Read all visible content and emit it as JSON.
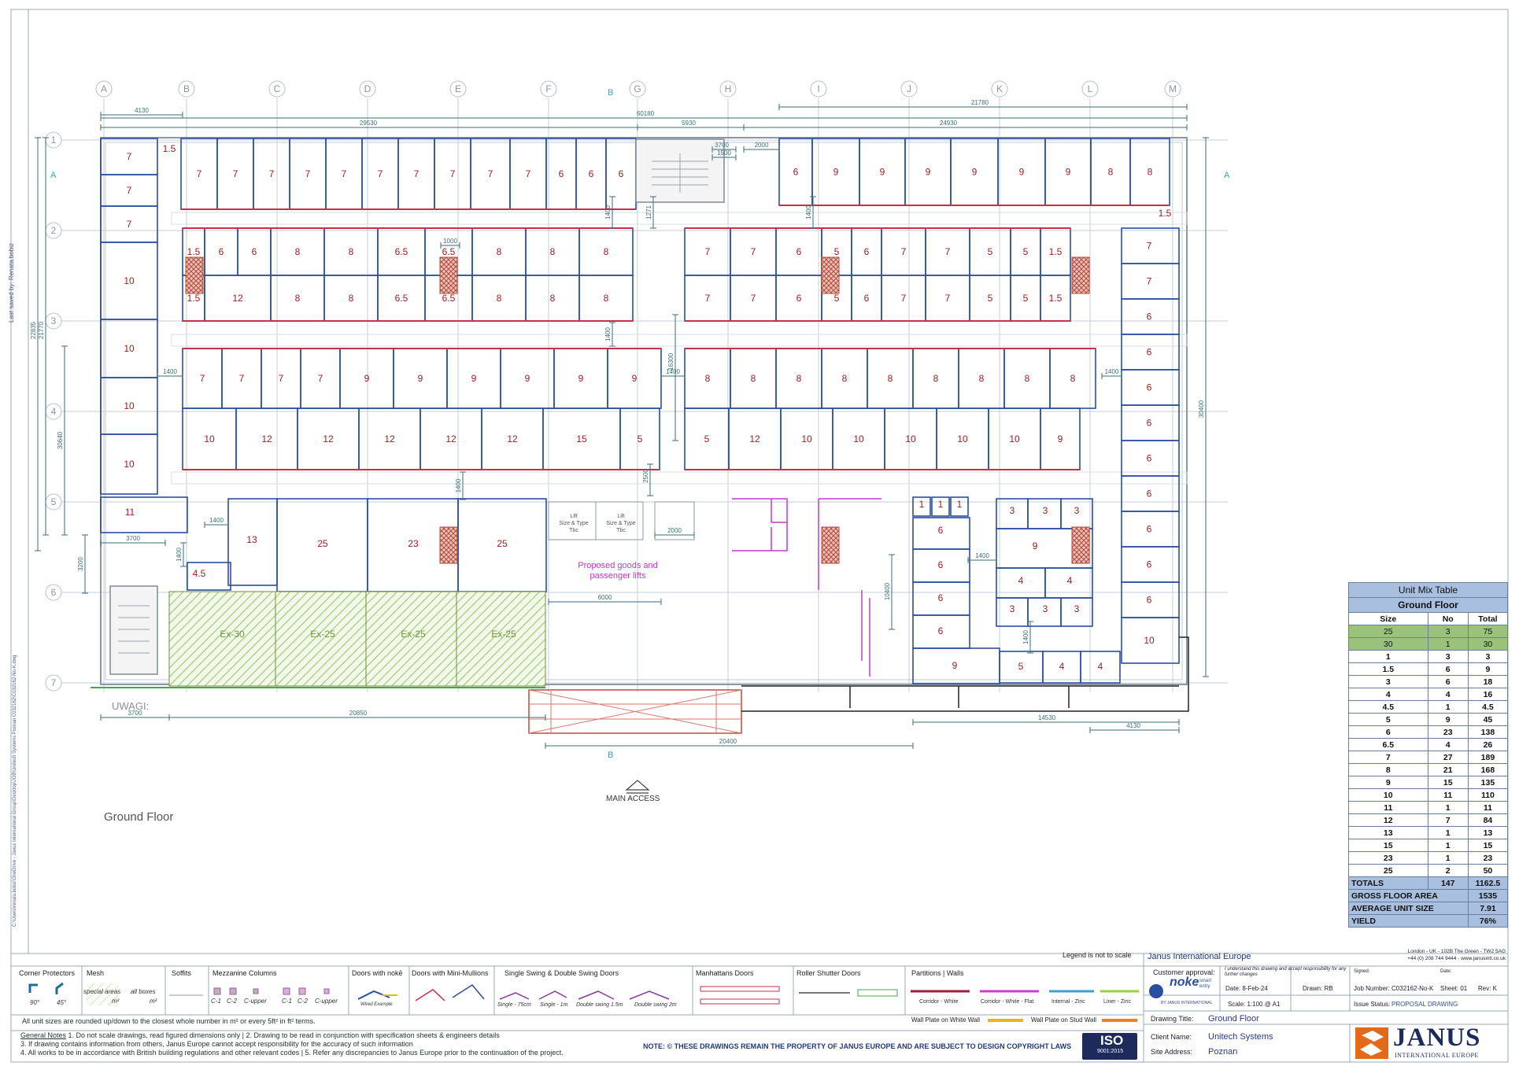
{
  "drawing_title_text": "Ground Floor",
  "grid_columns": [
    "A",
    "B",
    "C",
    "D",
    "E",
    "F",
    "G",
    "H",
    "I",
    "J",
    "K",
    "L",
    "M"
  ],
  "grid_rows": [
    "1",
    "2",
    "3",
    "4",
    "5",
    "6",
    "7"
  ],
  "section_marks": {
    "a_left": "A",
    "a_right": "A",
    "b_top": "B",
    "b_bottom": "B"
  },
  "labels": {
    "uwagi": "UWAGI:",
    "main_access": "MAIN ACCESS",
    "proposed_lifts_line1": "Proposed goods and",
    "proposed_lifts_line2": "passenger lifts",
    "lift1": [
      "Lift",
      "Size & Type",
      "Tbc"
    ],
    "lift2": [
      "Lift",
      "Size & Type",
      "Tbc"
    ],
    "last_saved_by": "Last saved by:",
    "last_saved_name": "Renata.bobiz",
    "file_path": "C:\\Users\\renata.bobiz\\OneDrive - Janus International Group\\Desktop\\JOB\\Unitech Systems Poznan C032162\\C032162-No-K.dwg",
    "legend_not_to_scale": "Legend is not to scale"
  },
  "dimensions": {
    "top_4130": "4130",
    "top_60180": "60180",
    "top_29530": "29530",
    "top_5930": "5930",
    "top_24930": "24930",
    "top_21780": "21780",
    "top_1500": "1500",
    "top_2000": "2000",
    "top_3700v": "3700",
    "left_22835": "22835",
    "left_21770": "21770",
    "left_30640": "30640",
    "left_3200": "3200",
    "right_30400": "30400",
    "c_1400a": "1400",
    "c_1400b": "1400",
    "c_1271": "1271",
    "c_16300": "16300",
    "c_1000": "1000",
    "c_1400c": "1400",
    "c_1400d": "1400",
    "c_1400e": "1400",
    "c_2500": "2500",
    "c_1400f": "1400",
    "c_1400g": "1400",
    "c_3700": "3700",
    "c_1400h": "1400",
    "c_1400i": "1400",
    "c_2000b": "2000",
    "c_6000": "6000",
    "c_10400": "10400",
    "c_1400j": "1400",
    "c_1400k": "1400",
    "bot_3700": "3700",
    "bot_20850": "20850",
    "bot_14530": "14530",
    "bot_4130": "4130",
    "bot_20400": "20400"
  },
  "units": {
    "row1_left": [
      "7",
      "7",
      "7",
      "7",
      "7",
      "7",
      "7",
      "7",
      "7",
      "7",
      "6",
      "6",
      "6"
    ],
    "row1_right": [
      "6",
      "9",
      "9",
      "9",
      "9",
      "9",
      "9",
      "8",
      "8"
    ],
    "corner_15a": "1.5",
    "corner_15b": "1.5",
    "left_col": [
      "7",
      "7",
      "7",
      "10",
      "10",
      "10",
      "10"
    ],
    "block1_top": [
      "1.5",
      "6",
      "6",
      "8",
      "8",
      "6.5",
      "6.5",
      "8",
      "8",
      "8"
    ],
    "block1_bot": [
      "1.5",
      "12",
      "8",
      "8",
      "6.5",
      "6.5",
      "8",
      "8",
      "8"
    ],
    "block2_top": [
      "7",
      "7",
      "6",
      "5",
      "6",
      "7",
      "7",
      "5",
      "5",
      "1.5"
    ],
    "block2_bot": [
      "7",
      "7",
      "6",
      "5",
      "6",
      "7",
      "7",
      "5",
      "5",
      "1.5"
    ],
    "row4_left": [
      "7",
      "7",
      "7",
      "7",
      "9",
      "9",
      "9",
      "9",
      "9",
      "9"
    ],
    "row4_right": [
      "8",
      "8",
      "8",
      "8",
      "8",
      "8",
      "8",
      "8",
      "8"
    ],
    "row45_left": [
      "10",
      "12",
      "12",
      "12",
      "12",
      "12",
      "15",
      "5"
    ],
    "row45_right": [
      "5",
      "12",
      "10",
      "10",
      "10",
      "10",
      "10",
      "9"
    ],
    "right_col": [
      "7",
      "7",
      "6",
      "6",
      "6",
      "6",
      "6",
      "6",
      "6",
      "6",
      "6",
      "10"
    ],
    "lower_left": [
      "11",
      "13",
      "25",
      "23",
      "25",
      "4.5"
    ],
    "ex_units": [
      "Ex-30",
      "Ex-25",
      "Ex-25",
      "Ex-25"
    ],
    "lower_right_a": [
      "1",
      "1",
      "1",
      "6",
      "6",
      "6",
      "6",
      "9"
    ],
    "lower_right_b": [
      "3",
      "3",
      "3",
      "9",
      "4",
      "4",
      "3",
      "3",
      "3",
      "5",
      "4",
      "4"
    ]
  },
  "unit_mix": {
    "caption": "Unit Mix Table",
    "subtitle": "Ground Floor",
    "headers": [
      "Size",
      "No",
      "Total"
    ],
    "rows_green": [
      [
        "25",
        "3",
        "75"
      ],
      [
        "30",
        "1",
        "30"
      ]
    ],
    "rows": [
      [
        "1",
        "3",
        "3"
      ],
      [
        "1.5",
        "6",
        "9"
      ],
      [
        "3",
        "6",
        "18"
      ],
      [
        "4",
        "4",
        "16"
      ],
      [
        "4.5",
        "1",
        "4.5"
      ],
      [
        "5",
        "9",
        "45"
      ],
      [
        "6",
        "23",
        "138"
      ],
      [
        "6.5",
        "4",
        "26"
      ],
      [
        "7",
        "27",
        "189"
      ],
      [
        "8",
        "21",
        "168"
      ],
      [
        "9",
        "15",
        "135"
      ],
      [
        "10",
        "11",
        "110"
      ],
      [
        "11",
        "1",
        "11"
      ],
      [
        "12",
        "7",
        "84"
      ],
      [
        "13",
        "1",
        "13"
      ],
      [
        "15",
        "1",
        "15"
      ],
      [
        "23",
        "1",
        "23"
      ],
      [
        "25",
        "2",
        "50"
      ]
    ],
    "totals": [
      "TOTALS",
      "147",
      "1162.5"
    ],
    "gross_floor_area": [
      "GROSS FLOOR AREA",
      "1535"
    ],
    "average_unit_size": [
      "AVERAGE UNIT SIZE",
      "7.91"
    ],
    "yield": [
      "YIELD",
      "76%"
    ]
  },
  "legend": {
    "corner_protectors": "Corner Protectors",
    "cp_90": "90°",
    "cp_45": "45°",
    "mesh": "Mesh",
    "mesh_special": "special areas",
    "mesh_m2a": "m²",
    "mesh_all": "all boxes",
    "mesh_m2b": "m²",
    "soffits": "Soffits",
    "mezz_columns": "Mezzanine Columns",
    "mz": [
      "C-1",
      "C-2",
      "C-upper",
      "C-1",
      "C-2",
      "C-upper"
    ],
    "doors_noke": "Doors with nokē",
    "wired_example": "Wired Example",
    "doors_mini": "Doors with Mini-Mullions",
    "single_double": "Single Swing & Double Swing Doors",
    "sd_items": [
      "Single - 75cm",
      "Single - 1m",
      "Double swing 1.5m",
      "Double swing 2m"
    ],
    "manhattans": "Manhattans Doors",
    "roller": "Roller Shutter Doors",
    "partitions": "Partitions | Walls",
    "part_items": [
      "Corridor - White",
      "Corridor - White - Flat",
      "Internal - Zinc",
      "Liner - Zinc"
    ],
    "wall_plate_white": "Wall Plate on White Wall",
    "wall_plate_stud": "Wall Plate on Stud Wall",
    "note_rounded": "All unit sizes are rounded up/down to the closest  whole number in m² or every 5ft² in ft² terms.",
    "general_notes_title": "General Notes",
    "general_notes_1": "1. Do not scale drawings, read figured dimensions only | 2. Drawing to be read in conjunction with specification sheets & engineers details",
    "general_notes_2": "3. If drawing contains information from others, Janus Europe cannot accept responsibility for the accuracy of such  information",
    "general_notes_3": "4. All works to be in accordance with British building regulations and other relevant codes | 5. Refer any discrepancies to Janus Europe  prior to the continuation of the project.",
    "copyright": "NOTE:  © THESE DRAWINGS REMAIN THE PROPERTY OF JANUS EUROPE AND ARE SUBJECT TO DESIGN COPYRIGHT LAWS",
    "iso": "ISO",
    "iso_num": "9001:2015"
  },
  "title_block": {
    "company": "Janus International Europe",
    "address1": "London  -  UK  -  102B The Green  -  TW2 5AG",
    "address2": "+44 (0) 208 744 9444  -  www.janusintl.co.uk",
    "customer_approval": "Customer approval:",
    "approval_note": "I understand this drawing and accept responsibility for any further changes",
    "signed": "Signed:",
    "date_lbl": "Date:",
    "date": "Date:  8-Feb-24",
    "drawn": "Drawn: RB",
    "job": "Job Number: C032162-No-K",
    "sheet": "Sheet: 01",
    "rev": "Rev: K",
    "scale": "Scale:  1:100 @ A1",
    "issue_status_lbl": "Issue Status:",
    "issue_status": "PROPOSAL DRAWING",
    "noke": "noke",
    "noke_sub": "smart entry",
    "noke_by": "BY JANUS INTERNATIONAL",
    "drawing_title_lbl": "Drawing Title:",
    "drawing_title": "Ground Floor",
    "client_lbl": "Client Name:",
    "client": "Unitech Systems",
    "site_lbl": "Site Address:",
    "site": "Poznan",
    "brand": "JANUS",
    "brand_sub": "INTERNATIONAL EUROPE"
  },
  "colors": {
    "unit_outline": "#2a4fa0",
    "corridor_wall": "#c8304a",
    "grid": "#7a8aa0",
    "dim": "#3a6e7a",
    "label": "#9c1c1c",
    "hatch": "#8fbf5a",
    "magenta": "#c23ac9"
  }
}
